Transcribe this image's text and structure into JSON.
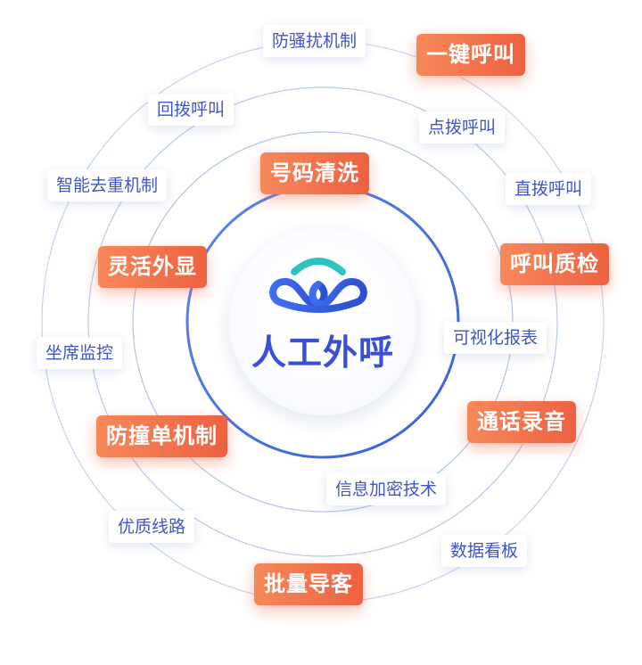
{
  "center": {
    "title": "人工外呼",
    "logo_icon": "cloud-logo-icon"
  },
  "colors": {
    "accent": "#3a4fd6",
    "highlight_from": "#f7885a",
    "highlight_to": "#ee6141",
    "ring": "#b9c9f2",
    "core_ring": "#4b78e6"
  },
  "labels": {
    "l0": "防骚扰机制",
    "l1": "一键呼叫",
    "l2": "回拨呼叫",
    "l3": "点拨呼叫",
    "l4": "智能去重机制",
    "l5": "号码清洗",
    "l6": "直拨呼叫",
    "l7": "灵活外显",
    "l8": "呼叫质检",
    "l9": "可视化报表",
    "l10": "坐席监控",
    "l11": "通话录音",
    "l12": "防撞单机制",
    "l13": "信息加密技术",
    "l14": "优质线路",
    "l15": "数据看板",
    "l16": "批量导客"
  }
}
